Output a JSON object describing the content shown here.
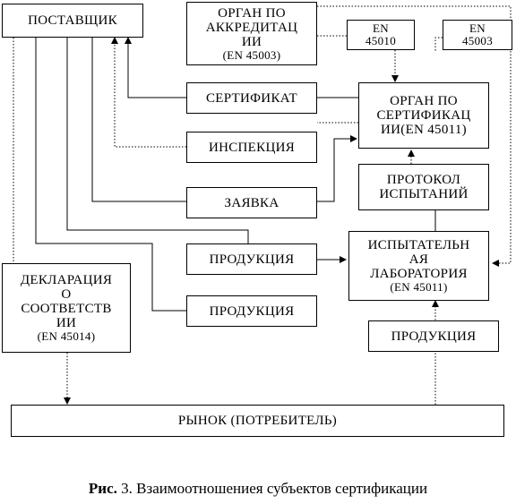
{
  "boxes": {
    "supplier": "ПОСТАВЩИК",
    "accreditation": {
      "line1": "ОРГАН ПО",
      "line2": "АККРЕДИТАЦ",
      "line3": "ИИ",
      "std": "(EN 45003)"
    },
    "en45010": {
      "line1": "EN",
      "line2": "45010"
    },
    "en45003": {
      "line1": "EN",
      "line2": "45003"
    },
    "certificate": "СЕРТИФИКАТ",
    "cert_body": {
      "line1": "ОРГАН ПО",
      "line2": "СЕРТИФИКАЦ",
      "line3": "ИИ(EN 45011)"
    },
    "inspection": "ИНСПЕКЦИЯ",
    "protocol": {
      "line1": "ПРОТОКОЛ",
      "line2": "ИСПЫТАНИЙ"
    },
    "application": "ЗАЯВКА",
    "product1": "ПРОДУКЦИЯ",
    "lab": {
      "line1": "ИСПЫТАТЕЛЬН",
      "line2": "АЯ",
      "line3": "ЛАБОРАТОРИЯ",
      "std": "(EN 45011)"
    },
    "declaration": {
      "line1": "ДЕКЛАРАЦИЯ",
      "line2": "О",
      "line3": "СООТВЕТСТВ",
      "line4": "ИИ",
      "std": "(EN 45014)"
    },
    "product2": "ПРОДУКЦИЯ",
    "product3": "ПРОДУКЦИЯ",
    "market": "РЫНОК (ПОТРЕБИТЕЛЬ)"
  },
  "caption": {
    "prefix": "Рис.",
    "text": " 3. Взаимоотношениея субъектов сертификации"
  }
}
